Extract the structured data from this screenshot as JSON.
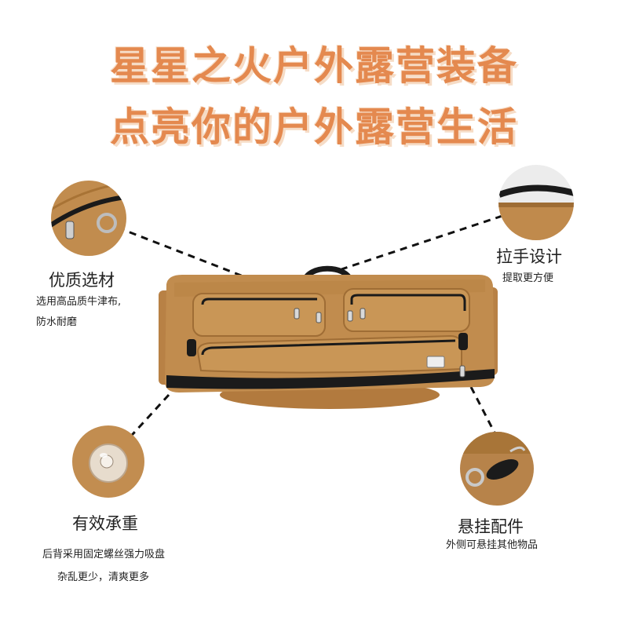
{
  "headline": {
    "line1": "星星之火户外露营装备",
    "line2": "点亮你的户外露营生活"
  },
  "features": {
    "material": {
      "title": "优质选材",
      "desc_line1": "选用高品质牛津布,",
      "desc_line2": "防水耐磨"
    },
    "handle": {
      "title": "拉手设计",
      "desc_line1": "提取更方便"
    },
    "suction": {
      "title": "有效承重",
      "desc_line1": "后背采用固定螺丝强力吸盘",
      "desc_line2": "杂乱更少，清爽更多"
    },
    "hanging": {
      "title": "悬挂配件",
      "desc_line1": "外侧可悬挂其他物品"
    }
  },
  "colors": {
    "headline": "#e4894f",
    "fabric": "#c18c4e",
    "trim": "#1b1b1b"
  },
  "icons": [
    "fabric-zipper-closeup",
    "handle-closeup",
    "suction-cup-closeup",
    "hook-closeup"
  ]
}
